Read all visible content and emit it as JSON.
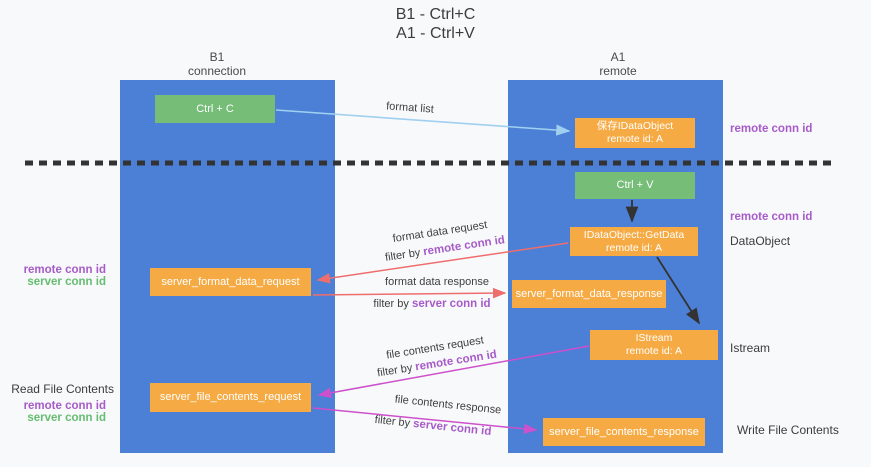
{
  "title": {
    "line1": "B1 - Ctrl+C",
    "line2": "A1 - Ctrl+V"
  },
  "lanes": {
    "b1": {
      "name": "B1",
      "role": "connection"
    },
    "a1": {
      "name": "A1",
      "role": "remote"
    }
  },
  "nodes": {
    "ctrl_c": {
      "label": "Ctrl + C"
    },
    "ctrl_v": {
      "label": "Ctrl + V"
    },
    "save_idataobject": {
      "line1": "保存IDataObject",
      "line2": "remote id: A"
    },
    "idataobject_getdata": {
      "line1": "IDataObject::GetData",
      "line2": "remote id: A"
    },
    "istream": {
      "line1": "IStream",
      "line2": "remote id: A"
    },
    "server_format_data_request": {
      "label": "server_format_data_request"
    },
    "server_format_data_response": {
      "label": "server_format_data_response"
    },
    "server_file_contents_request": {
      "label": "server_file_contents_request"
    },
    "server_file_contents_response": {
      "label": "server_file_contents_response"
    }
  },
  "edges": {
    "format_list": "format list",
    "format_data_request": "format data request",
    "format_data_response": "format data response",
    "file_contents_request": "file contents request",
    "file_contents_response": "file contents response",
    "filter_by": "filter by ",
    "remote_conn_id": "remote conn id",
    "server_conn_id": "server conn id"
  },
  "annotations": {
    "remote_conn_id": "remote conn id",
    "server_conn_id": "server conn id",
    "dataobject": "DataObject",
    "istream": "Istream",
    "read_file_contents": "Read File Contents",
    "write_file_contents": "Write File Contents"
  },
  "colors": {
    "lane_blue": "#4c7fd6",
    "node_orange": "#f6aa44",
    "node_green": "#76bd78",
    "label_purple": "#a75bc9",
    "label_green": "#66bd72",
    "arrow_black": "#333333",
    "arrow_red": "#ee6e6e",
    "arrow_magenta": "#cd50cd",
    "arrow_lightblue": "#a0d0f0",
    "separator_black": "#333333"
  }
}
